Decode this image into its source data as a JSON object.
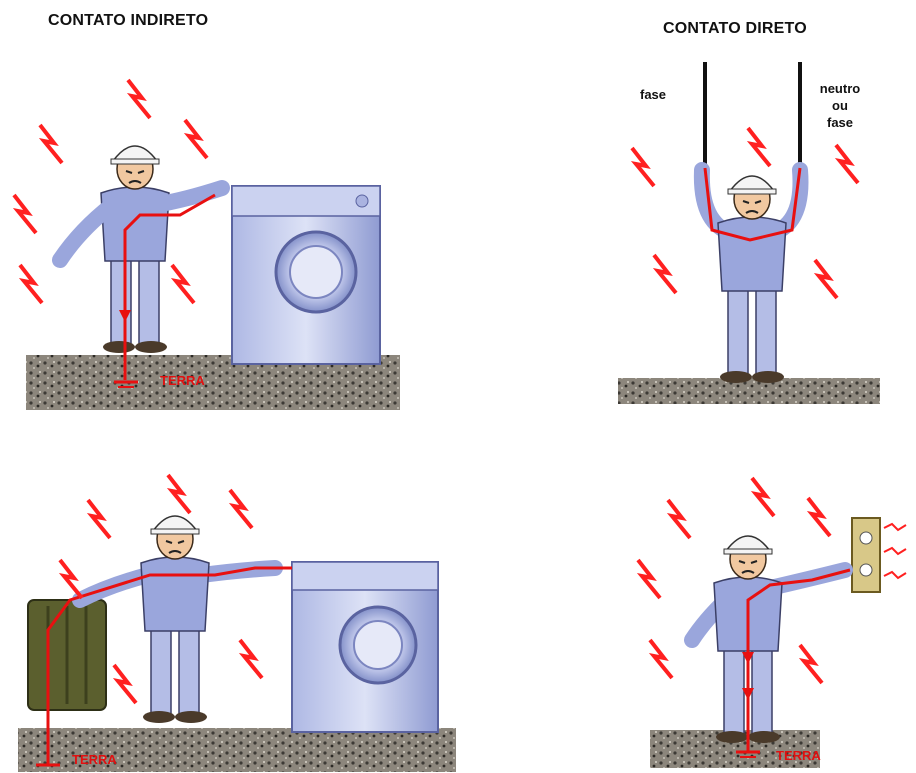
{
  "titles": {
    "indirect": "CONTATO INDIRETO",
    "direct": "CONTATO DIRETO"
  },
  "labels": {
    "fase": "fase",
    "neutro_ou_fase": "neutro\nou\nfase",
    "terra": "TERRA"
  },
  "panels": [
    {
      "id": "indirect-washer",
      "scene": "worker touching washing machine, current to ground"
    },
    {
      "id": "direct-two-wires",
      "scene": "worker holding two wires"
    },
    {
      "id": "indirect-radiator-washer",
      "scene": "worker touching radiator and washing machine"
    },
    {
      "id": "direct-socket",
      "scene": "worker touching wall socket, current to ground"
    }
  ],
  "colors": {
    "shock": "#ff2020",
    "current_path": "#e81010",
    "shirt": "#9aa6dc",
    "pants": "#b4bde6",
    "helmet": "#f4f4f4",
    "ground": "#6f6a62",
    "washer": "#c8d0ee",
    "radiator": "#5b5f2e"
  }
}
